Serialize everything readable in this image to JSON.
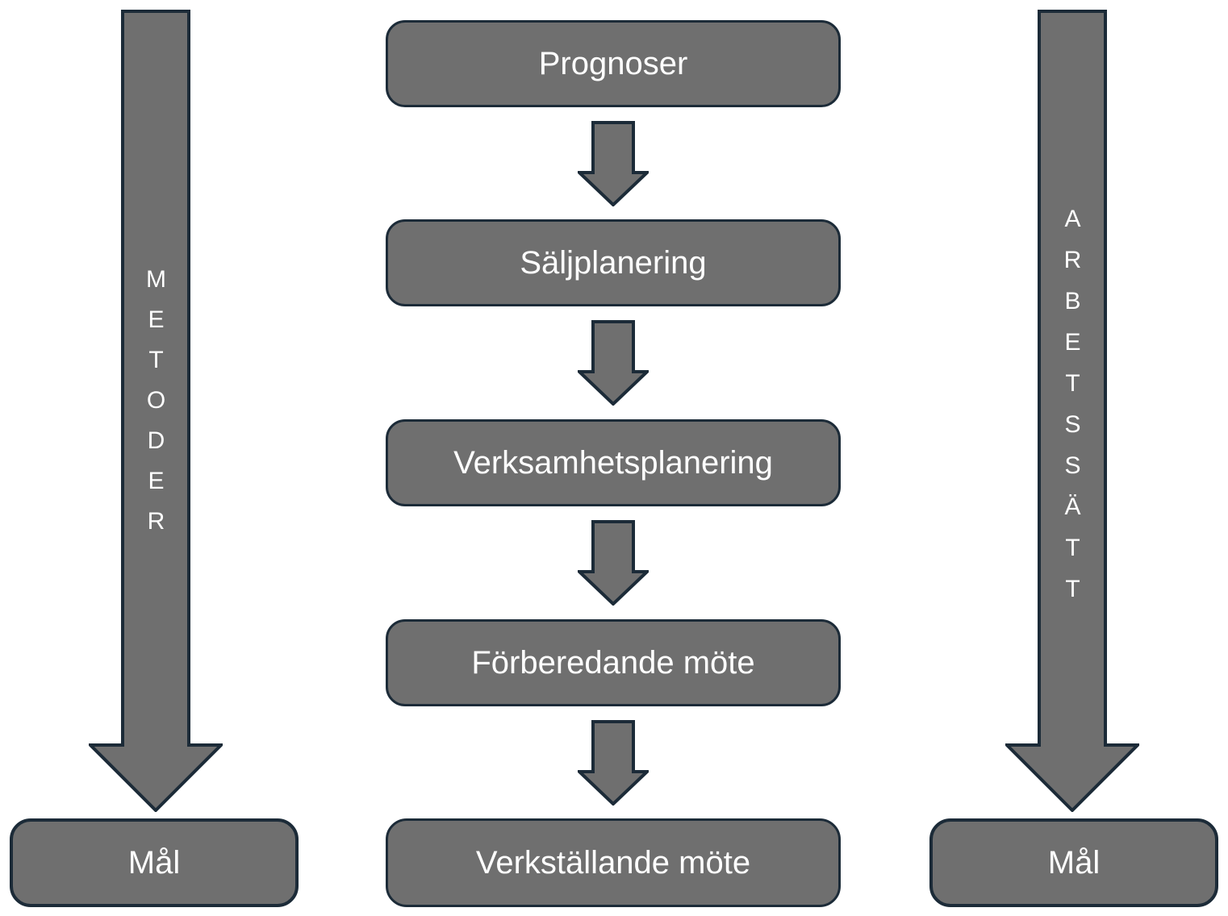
{
  "diagram": {
    "methods_arrow": {
      "label": "METODER"
    },
    "approach_arrow": {
      "label": "ARBETSSÄTT"
    },
    "flow_steps": [
      {
        "label": "Prognoser"
      },
      {
        "label": "Säljplanering"
      },
      {
        "label": "Verksamhetsplanering"
      },
      {
        "label": "Förberedande möte"
      },
      {
        "label": "Verkställande möte"
      }
    ],
    "left_goal": {
      "label": "Mål"
    },
    "right_goal": {
      "label": "Mål"
    },
    "colors": {
      "box_fill": "#6f6f6f",
      "box_border": "#1c2b38",
      "box_text": "#ffffff",
      "background": "#ffffff"
    }
  }
}
